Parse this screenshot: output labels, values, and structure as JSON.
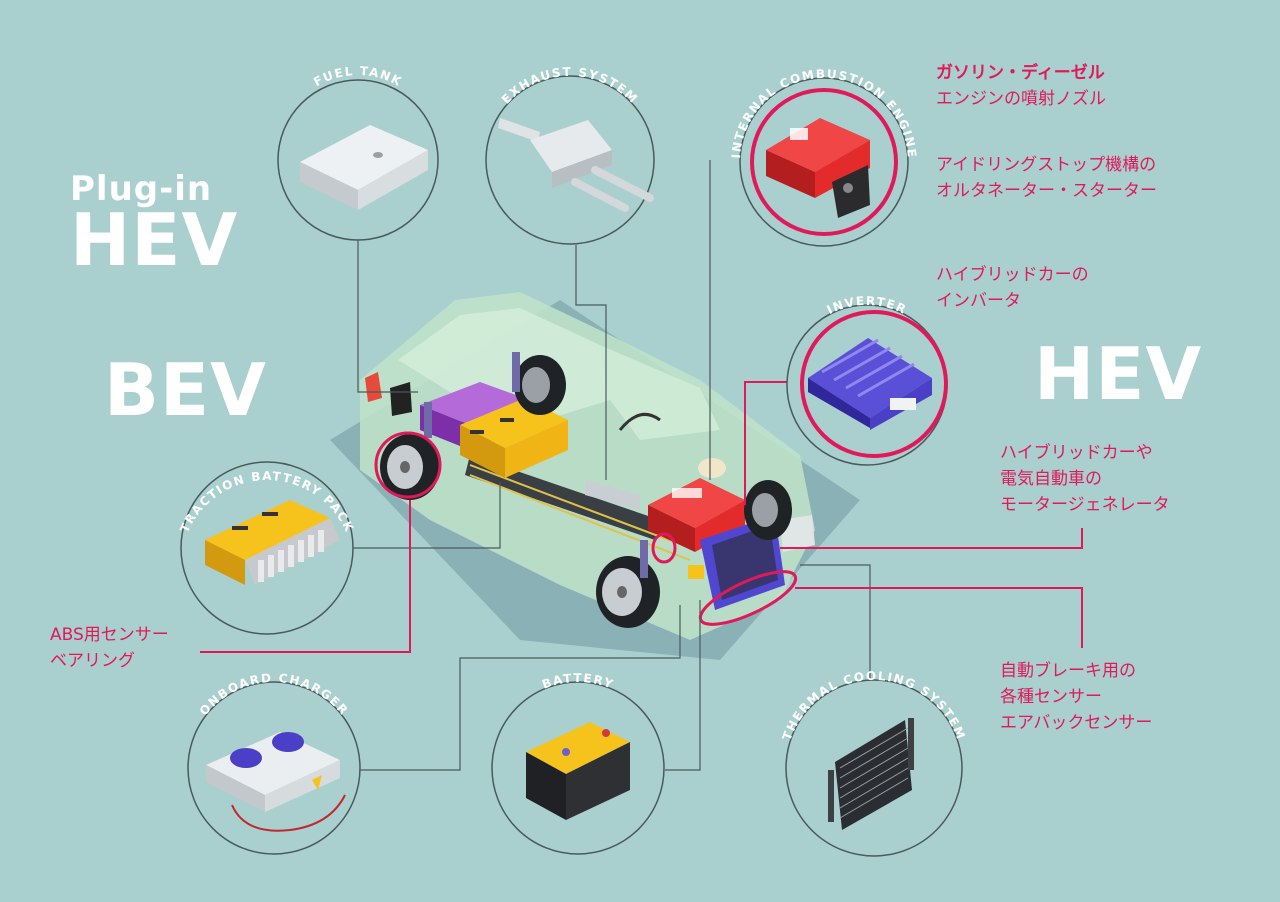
{
  "labels": {
    "plugin_line1": "Plug-in",
    "plugin_line2": "HEV",
    "bev": "BEV",
    "hev": "HEV"
  },
  "components": {
    "fuel_tank": "FUEL TANK",
    "exhaust_system": "EXHAUST SYSTEM",
    "internal_combustion_engine": "INTERNAL COMBUSTION ENGINE",
    "inverter": "INVERTER",
    "traction_battery_pack": "TRACTION BATTERY PACK",
    "onboard_charger": "ONBOARD CHARGER",
    "battery": "BATTERY",
    "thermal_cooling_system": "THERMAL COOLING SYSTEM"
  },
  "notes": {
    "engine": [
      "ガソリン・ディーゼル",
      "エンジンの噴射ノズル"
    ],
    "idling_stop": [
      "アイドリングストップ機構の",
      "オルタネーター・スターター"
    ],
    "inverter": [
      "ハイブリッドカーの",
      "インバータ"
    ],
    "motor_generator": [
      "ハイブリッドカーや",
      "電気自動車の",
      "モータージェネレータ"
    ],
    "abs": [
      "ABS用センサー",
      "ベアリング"
    ],
    "auto_brake": [
      "自動ブレーキ用の",
      "各種センサー",
      "エアバックセンサー"
    ]
  },
  "colors": {
    "background": "#aacfcf",
    "accent": "#e01a5a",
    "circle_stroke": "#4a5a5a",
    "car_body": "#b9e0c4",
    "battery_yellow": "#f6c21c",
    "battery_purple": "#9b44c9",
    "engine_red": "#e32b2b",
    "inverter_blue": "#4a3fc6"
  }
}
